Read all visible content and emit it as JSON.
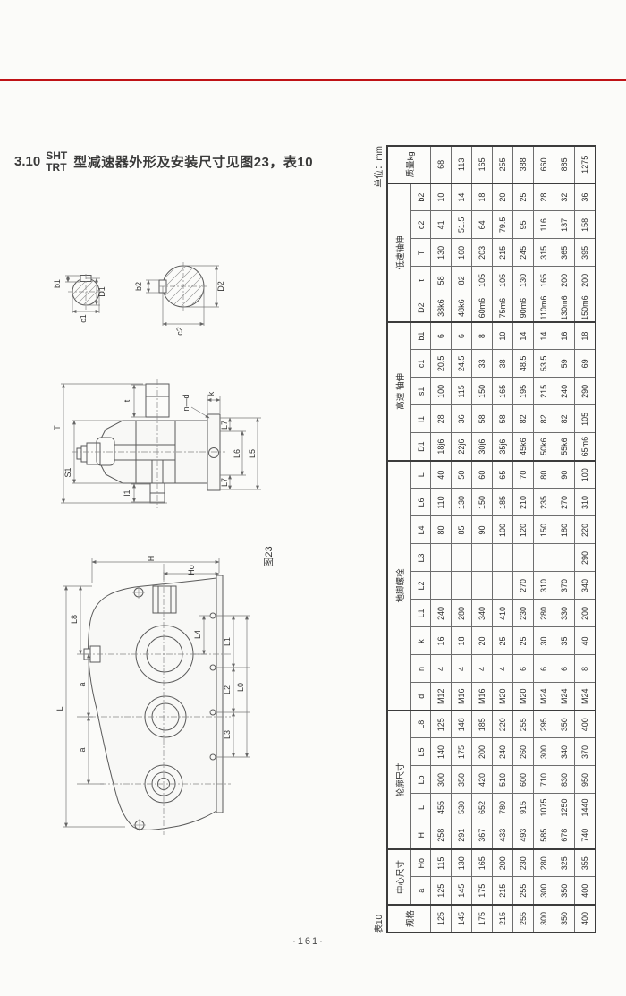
{
  "page": {
    "section_number": "3.10",
    "model_top": "SHT",
    "model_bottom": "TRT",
    "title": "型减速器外形及安装尺寸见图23，表10",
    "page_number": "·161·"
  },
  "figure": {
    "caption": "图23",
    "section_small": {
      "b": "b1",
      "D": "D1",
      "c": "c1"
    },
    "section_large": {
      "b": "b2",
      "D": "D2",
      "c": "c2"
    },
    "side_view": {
      "T": "T",
      "t": "t",
      "S1": "S1",
      "l1": "l1",
      "k": "k",
      "bolts": "n—d",
      "L7": "L7",
      "L6": "L6",
      "L5": "L5"
    },
    "front_view": {
      "H": "H",
      "Ho": "Ho",
      "L8": "L8",
      "a": "a",
      "L": "L",
      "L4": "L4",
      "L1": "L1",
      "L2": "L2",
      "L3": "L3",
      "L0": "L0"
    }
  },
  "table": {
    "caption": "表10",
    "unit": "单位：mm",
    "header_groups": [
      {
        "label": "规格",
        "merged": true
      },
      {
        "label": "中心尺寸",
        "subs": [
          "a",
          "Ho"
        ]
      },
      {
        "label": "轮廓尺寸",
        "subs": [
          "H",
          "L",
          "Lo",
          "L5",
          "L8"
        ]
      },
      {
        "label": "地脚螺栓",
        "subs": [
          "d",
          "n",
          "k",
          "L1",
          "L2",
          "L3",
          "L4",
          "L6",
          "L"
        ]
      },
      {
        "label": "高速 轴伸",
        "subs": [
          "D1",
          "l1",
          "s1",
          "c1",
          "b1"
        ]
      },
      {
        "label": "低速轴伸",
        "subs": [
          "D2",
          "t",
          "T",
          "c2",
          "b2"
        ]
      },
      {
        "label": "质量kg",
        "merged": true
      }
    ],
    "rows": [
      [
        "125",
        "125",
        "115",
        "258",
        "455",
        "300",
        "140",
        "125",
        "M12",
        "4",
        "16",
        "240",
        "",
        "",
        "80",
        "110",
        "40",
        "18j6",
        "28",
        "100",
        "20.5",
        "6",
        "38k6",
        "58",
        "130",
        "41",
        "10",
        "68"
      ],
      [
        "145",
        "145",
        "130",
        "291",
        "530",
        "350",
        "175",
        "148",
        "M16",
        "4",
        "18",
        "280",
        "",
        "",
        "85",
        "130",
        "50",
        "22j6",
        "36",
        "115",
        "24.5",
        "6",
        "48k6",
        "82",
        "160",
        "51.5",
        "14",
        "113"
      ],
      [
        "175",
        "175",
        "165",
        "367",
        "652",
        "420",
        "200",
        "185",
        "M16",
        "4",
        "20",
        "340",
        "",
        "",
        "90",
        "150",
        "60",
        "30j6",
        "58",
        "150",
        "33",
        "8",
        "60m6",
        "105",
        "203",
        "64",
        "18",
        "165"
      ],
      [
        "215",
        "215",
        "200",
        "433",
        "780",
        "510",
        "240",
        "220",
        "M20",
        "4",
        "25",
        "410",
        "",
        "",
        "100",
        "185",
        "65",
        "35j6",
        "58",
        "165",
        "38",
        "10",
        "75m6",
        "105",
        "215",
        "79.5",
        "20",
        "255"
      ],
      [
        "255",
        "255",
        "230",
        "493",
        "915",
        "600",
        "260",
        "255",
        "M20",
        "6",
        "25",
        "230",
        "270",
        "",
        "120",
        "210",
        "70",
        "45k6",
        "82",
        "195",
        "48.5",
        "14",
        "90m6",
        "130",
        "245",
        "95",
        "25",
        "388"
      ],
      [
        "300",
        "300",
        "280",
        "585",
        "1075",
        "710",
        "300",
        "295",
        "M24",
        "6",
        "30",
        "280",
        "310",
        "",
        "150",
        "235",
        "80",
        "50k6",
        "82",
        "215",
        "53.5",
        "14",
        "110m6",
        "165",
        "315",
        "116",
        "28",
        "660"
      ],
      [
        "350",
        "350",
        "325",
        "678",
        "1250",
        "830",
        "340",
        "350",
        "M24",
        "6",
        "35",
        "330",
        "370",
        "",
        "180",
        "270",
        "90",
        "55k6",
        "82",
        "240",
        "59",
        "16",
        "130m6",
        "200",
        "365",
        "137",
        "32",
        "885"
      ],
      [
        "400",
        "400",
        "355",
        "740",
        "1440",
        "950",
        "370",
        "400",
        "M24",
        "8",
        "40",
        "200",
        "340",
        "290",
        "220",
        "310",
        "100",
        "65m6",
        "105",
        "290",
        "69",
        "18",
        "150m6",
        "200",
        "395",
        "158",
        "36",
        "1275"
      ]
    ]
  }
}
